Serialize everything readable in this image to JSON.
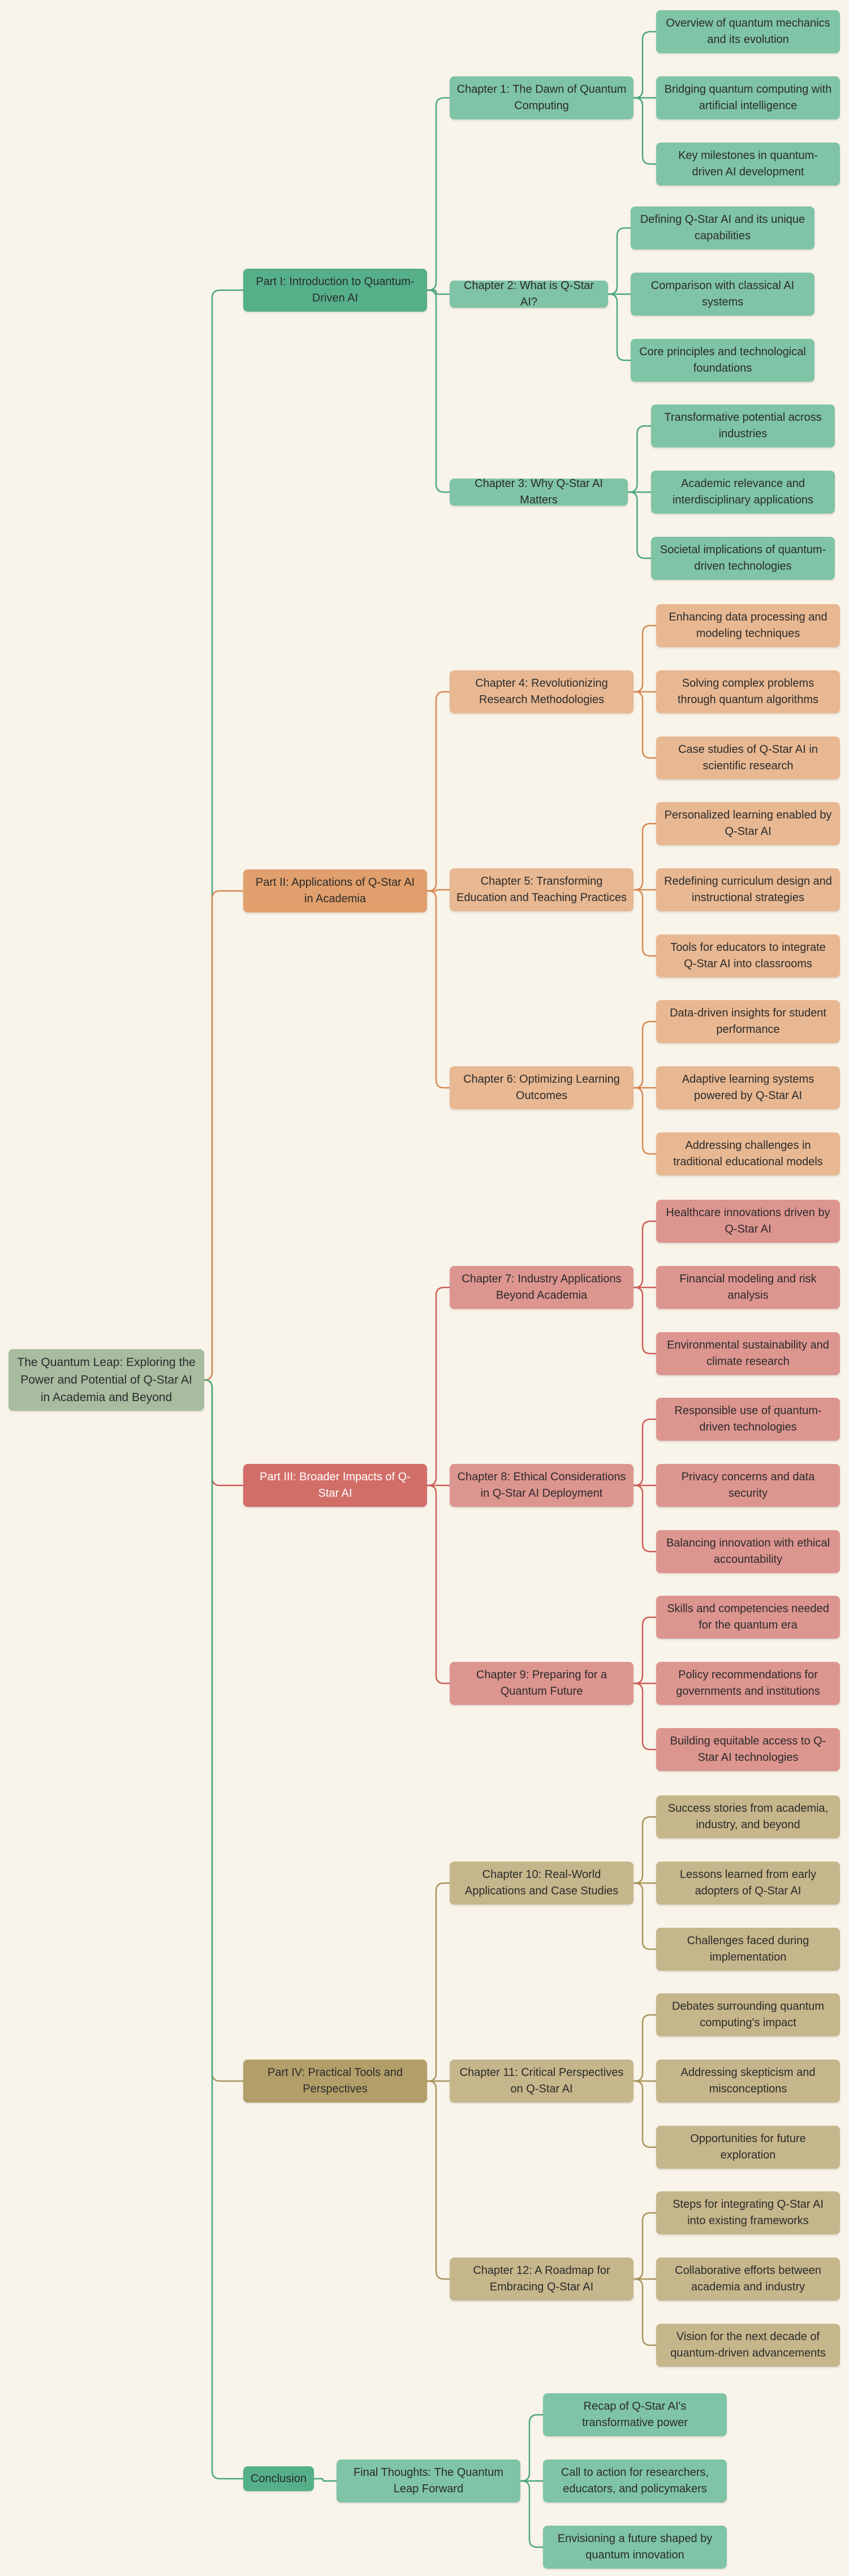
{
  "root": {
    "label": "The Quantum Leap: Exploring the Power and Potential of Q-Star AI in Academia and Beyond"
  },
  "colors": {
    "green_edge": "#4aa67e",
    "orange_edge": "#d68a52",
    "red_edge": "#cc5e58",
    "olive_edge": "#a8955c"
  },
  "parts": [
    {
      "label": "Part I: Introduction to Quantum-Driven AI",
      "chapters": [
        {
          "label": "Chapter 1: The Dawn of Quantum Computing",
          "topics": [
            "Overview of quantum mechanics and its evolution",
            "Bridging quantum computing with artificial intelligence",
            "Key milestones in quantum-driven AI development"
          ]
        },
        {
          "label": "Chapter 2: What is Q-Star AI?",
          "topics": [
            "Defining Q-Star AI and its unique capabilities",
            "Comparison with classical AI systems",
            "Core principles and technological foundations"
          ]
        },
        {
          "label": "Chapter 3: Why Q-Star AI Matters",
          "topics": [
            "Transformative potential across industries",
            "Academic relevance and interdisciplinary applications",
            "Societal implications of quantum-driven technologies"
          ]
        }
      ]
    },
    {
      "label": "Part II: Applications of Q-Star AI in Academia",
      "chapters": [
        {
          "label": "Chapter 4: Revolutionizing Research Methodologies",
          "topics": [
            "Enhancing data processing and modeling techniques",
            "Solving complex problems through quantum algorithms",
            "Case studies of Q-Star AI in scientific research"
          ]
        },
        {
          "label": "Chapter 5: Transforming Education and Teaching Practices",
          "topics": [
            "Personalized learning enabled by Q-Star AI",
            "Redefining curriculum design and instructional strategies",
            "Tools for educators to integrate Q-Star AI into classrooms"
          ]
        },
        {
          "label": "Chapter 6: Optimizing Learning Outcomes",
          "topics": [
            "Data-driven insights for student performance",
            "Adaptive learning systems powered by Q-Star AI",
            "Addressing challenges in traditional educational models"
          ]
        }
      ]
    },
    {
      "label": "Part III: Broader Impacts of Q-Star AI",
      "chapters": [
        {
          "label": "Chapter 7: Industry Applications Beyond Academia",
          "topics": [
            "Healthcare innovations driven by Q-Star AI",
            "Financial modeling and risk analysis",
            "Environmental sustainability and climate research"
          ]
        },
        {
          "label": "Chapter 8: Ethical Considerations in Q-Star AI Deployment",
          "topics": [
            "Responsible use of quantum-driven technologies",
            "Privacy concerns and data security",
            "Balancing innovation with ethical accountability"
          ]
        },
        {
          "label": "Chapter 9: Preparing for a Quantum Future",
          "topics": [
            "Skills and competencies needed for the quantum era",
            "Policy recommendations for governments and institutions",
            "Building equitable access to Q-Star AI technologies"
          ]
        }
      ]
    },
    {
      "label": "Part IV: Practical Tools and Perspectives",
      "chapters": [
        {
          "label": "Chapter 10: Real-World Applications and Case Studies",
          "topics": [
            "Success stories from academia, industry, and beyond",
            "Lessons learned from early adopters of Q-Star AI",
            "Challenges faced during implementation"
          ]
        },
        {
          "label": "Chapter 11: Critical Perspectives on Q-Star AI",
          "topics": [
            "Debates surrounding quantum computing's impact",
            "Addressing skepticism and misconceptions",
            "Opportunities for future exploration"
          ]
        },
        {
          "label": "Chapter 12: A Roadmap for Embracing Q-Star AI",
          "topics": [
            "Steps for integrating Q-Star AI into existing frameworks",
            "Collaborative efforts between academia and industry",
            "Vision for the next decade of quantum-driven advancements"
          ]
        }
      ]
    },
    {
      "label": "Conclusion",
      "chapters": [
        {
          "label": "Final Thoughts: The Quantum Leap Forward",
          "topics": [
            "Recap of Q-Star AI's transformative power",
            "Call to action for researchers, educators, and policymakers",
            "Envisioning a future shaped by quantum innovation"
          ]
        }
      ]
    }
  ]
}
